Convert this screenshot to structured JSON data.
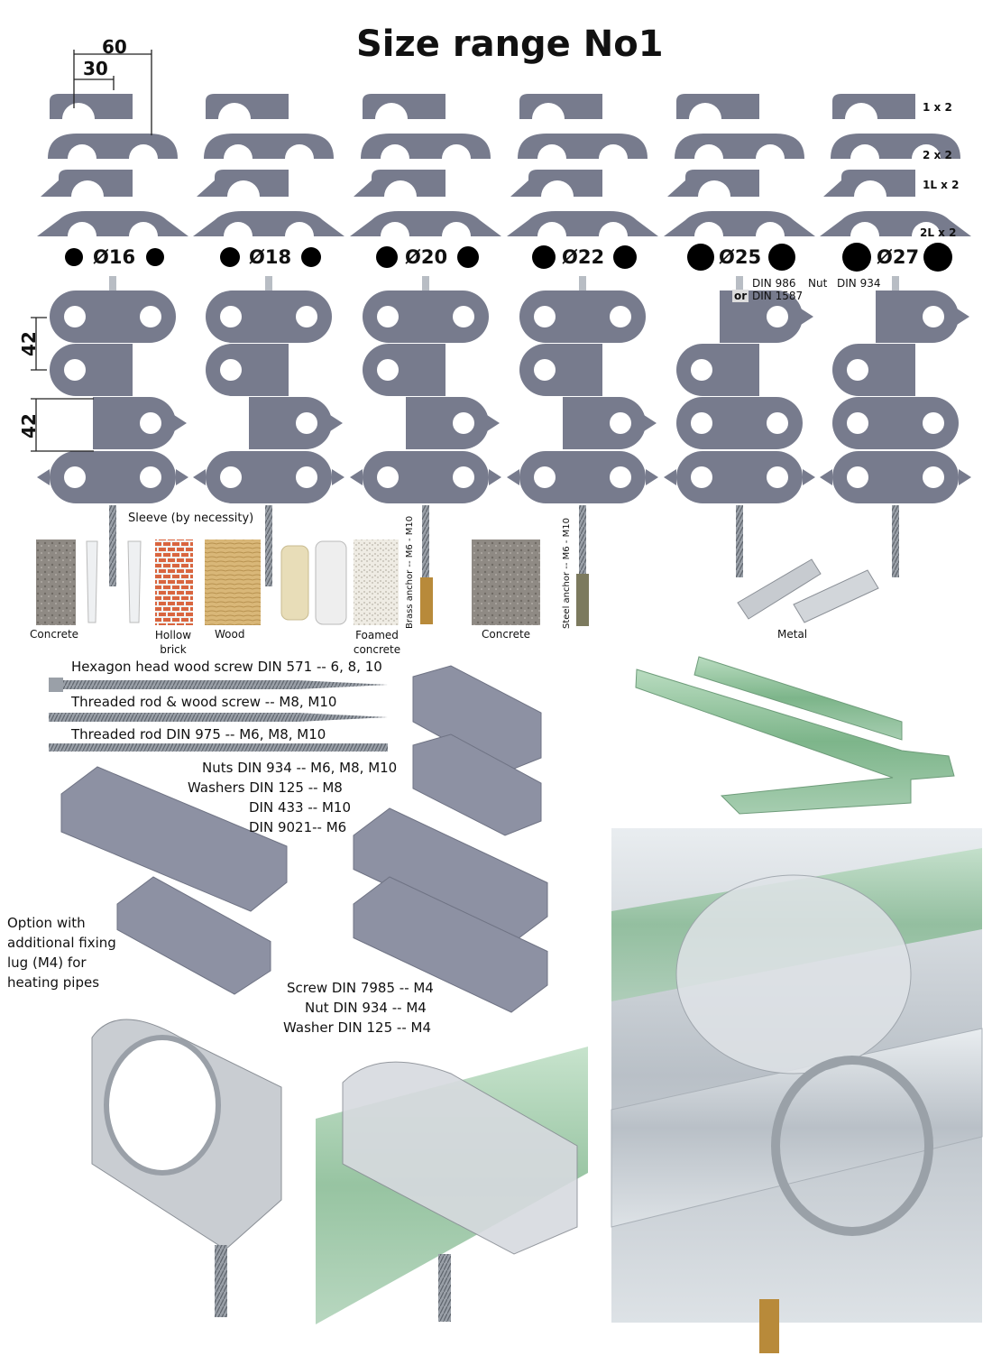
{
  "title": "Size range No1",
  "dimensions": {
    "width_total": "60",
    "width_half": "30",
    "height_a": "42",
    "height_b": "42"
  },
  "row_labels": [
    "1 x 2",
    "2 x 2",
    "1L x 2",
    "2L x 2"
  ],
  "diameters": [
    "Ø16",
    "Ø18",
    "Ø20",
    "Ø22",
    "Ø25",
    "Ø27"
  ],
  "nut_note": {
    "line1": "DIN 986",
    "or": "or",
    "line2": "DIN 1587",
    "nut_label": "Nut",
    "nut_din": "DIN 934"
  },
  "sleeve": "Sleeve (by necessity)",
  "materials": {
    "concrete_1": "Concrete",
    "hollow_brick": "Hollow brick",
    "wood": "Wood",
    "foamed_concrete": "Foamed concrete",
    "concrete_2": "Concrete",
    "metal": "Metal",
    "brass_anchor": "Brass anchor -- M6 - M10",
    "steel_anchor": "Steel anchor -- M6 - M10"
  },
  "hardware": {
    "hex_screw": "Hexagon head wood screw  DIN 571 -- 6, 8, 10",
    "threaded_rod_wood": "Threaded rod & wood screw  -- M8, M10",
    "threaded_rod": "Threaded rod DIN 975  -- M6, M8, M10",
    "nuts": "Nuts DIN 934 -- M6, M8, M10",
    "washers_1": "Washers DIN 125 -- M8",
    "washers_2": "DIN 433 -- M10",
    "washers_3": "DIN 9021-- M6"
  },
  "option_note": "Option with additional fixing lug (M4) for heating pipes",
  "m4_parts": {
    "screw": "Screw DIN 7985 -- M4",
    "nut": "Nut  DIN 934 -- M4",
    "washer": "Washer DIN 125 -- M4"
  },
  "colors": {
    "clamp": "#777b8d",
    "pipe_green": "#8fc19a",
    "pipe_grey": "#cdd3d8",
    "anchor_brass": "#b88a3a"
  }
}
